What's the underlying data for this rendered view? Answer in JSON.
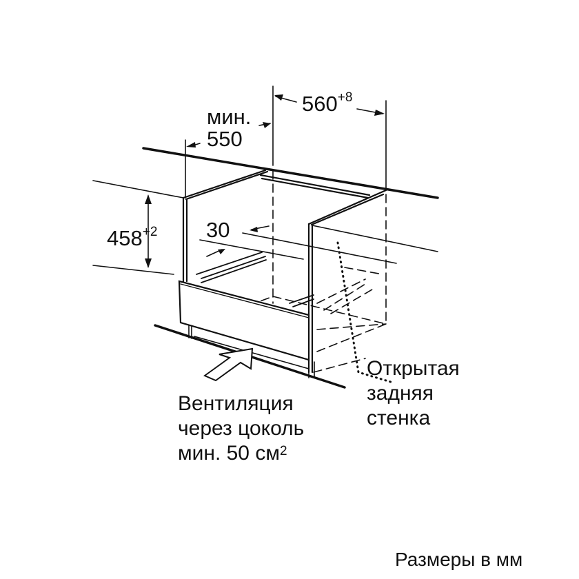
{
  "dimensions": {
    "depth_min_label": "мин.",
    "depth_min_value": "550",
    "width_value": "560",
    "width_tolerance": "+8",
    "height_value": "458",
    "height_tolerance": "+2",
    "gap_value": "30"
  },
  "labels": {
    "open_back": [
      "Открытая",
      "задняя",
      "стенка"
    ],
    "ventilation": [
      "Вентиляция",
      "через цоколь",
      "мин. 50 см"
    ],
    "ventilation_unit_sup": "2",
    "units_note": "Размеры в мм"
  }
}
